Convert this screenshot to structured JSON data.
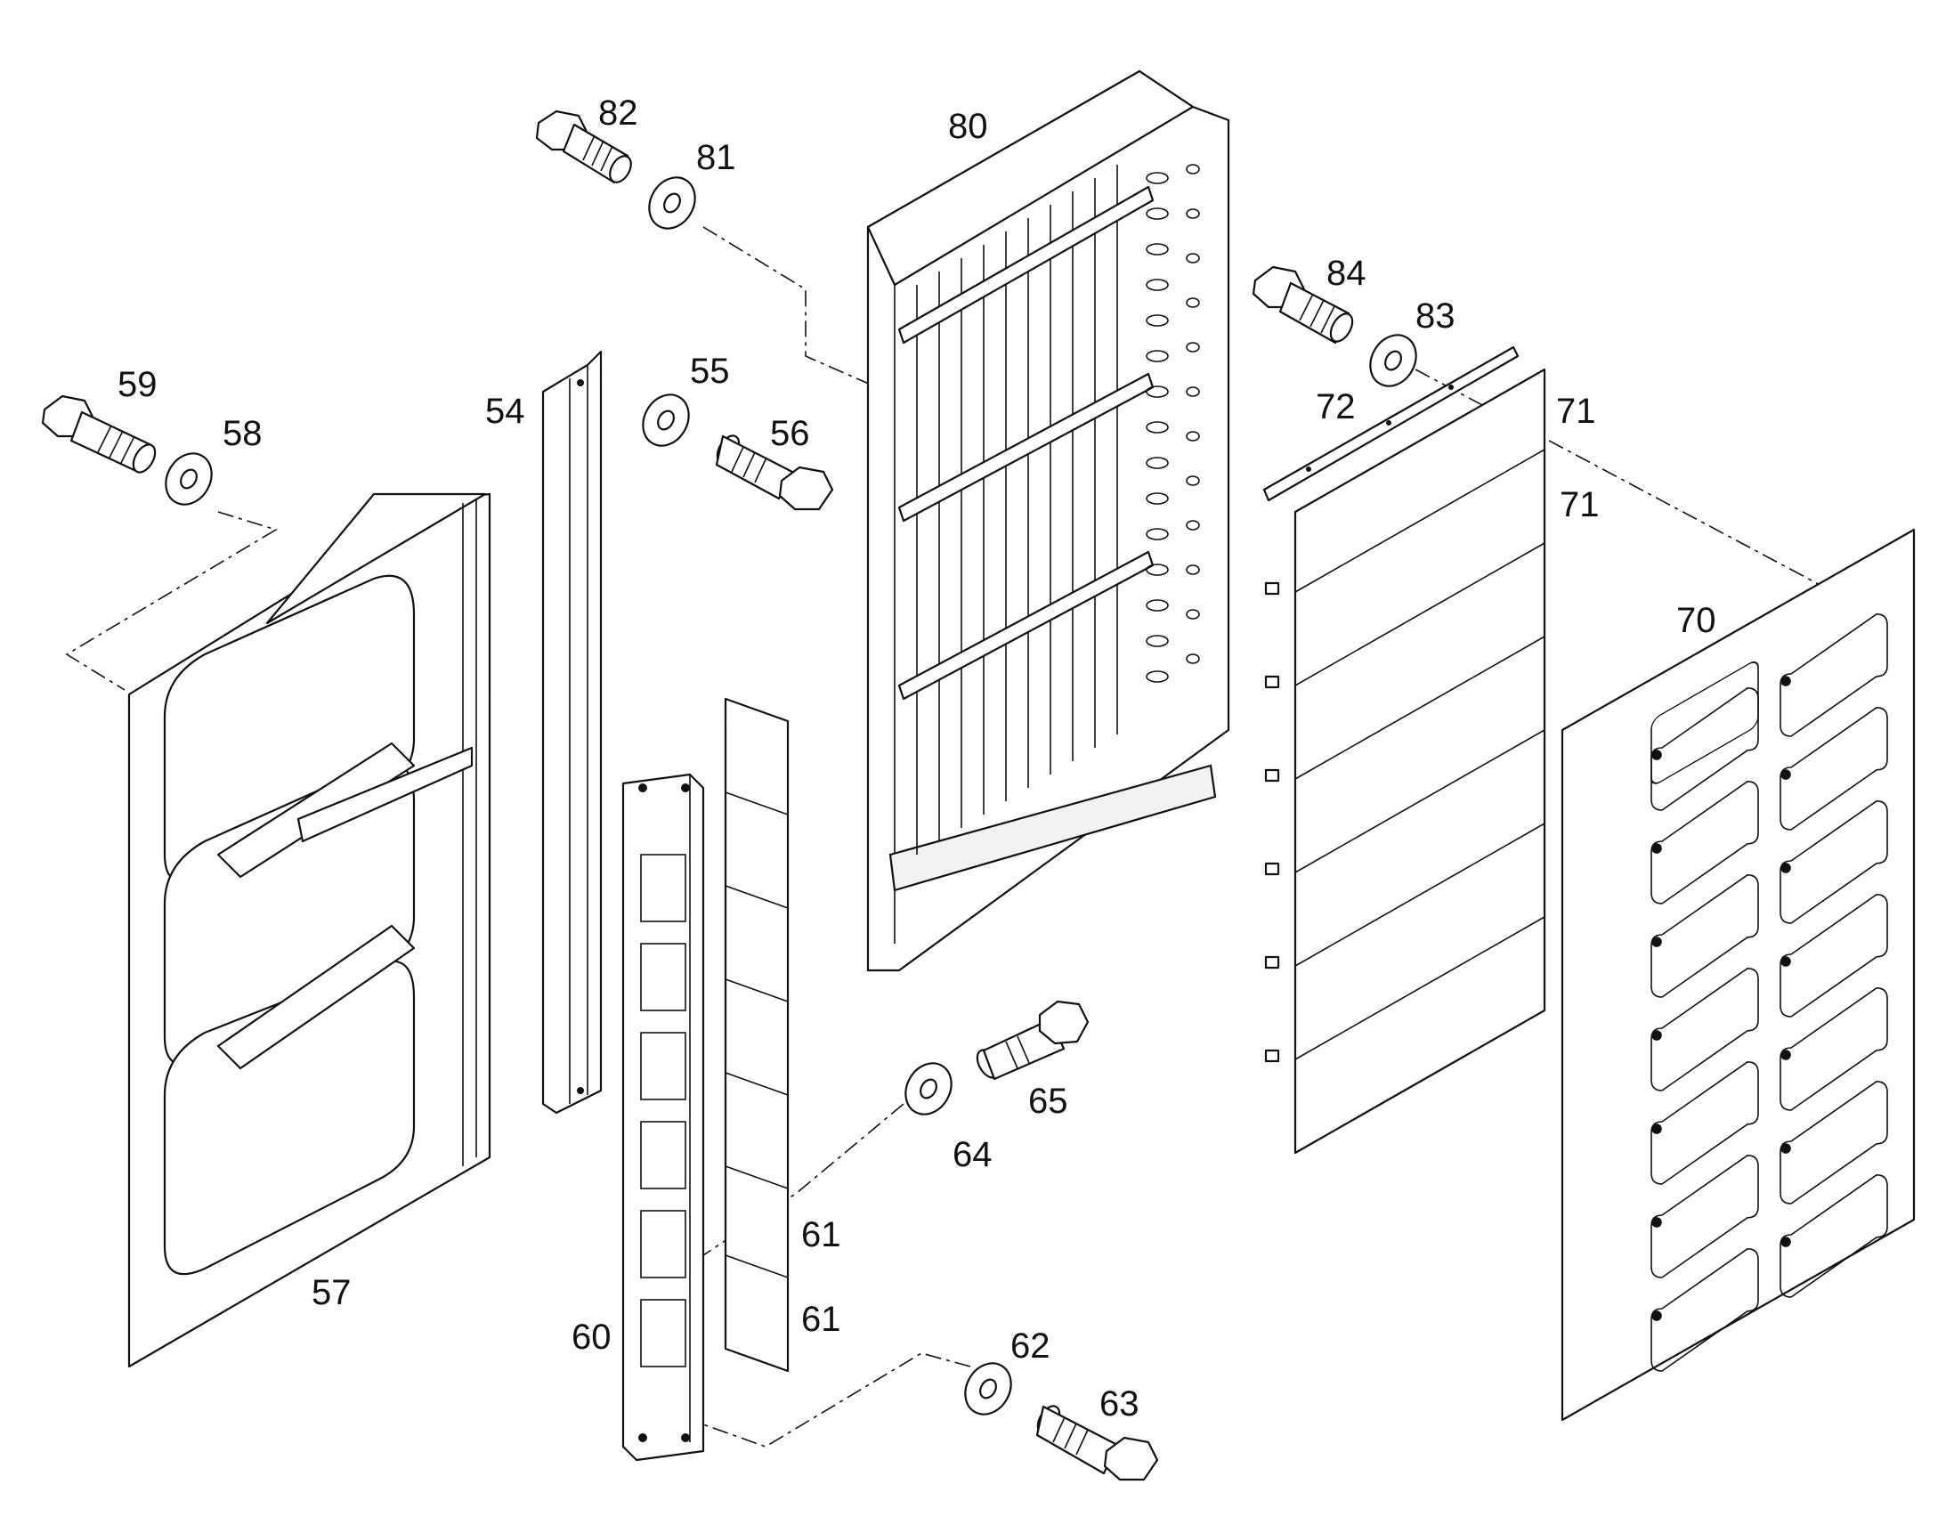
{
  "diagram": {
    "callouts": [
      {
        "id": "p80",
        "label": "80"
      },
      {
        "id": "p82",
        "label": "82"
      },
      {
        "id": "p81",
        "label": "81"
      },
      {
        "id": "p84",
        "label": "84"
      },
      {
        "id": "p83",
        "label": "83"
      },
      {
        "id": "p72",
        "label": "72"
      },
      {
        "id": "p71a",
        "label": "71"
      },
      {
        "id": "p71b",
        "label": "71"
      },
      {
        "id": "p70",
        "label": "70"
      },
      {
        "id": "p59",
        "label": "59"
      },
      {
        "id": "p58",
        "label": "58"
      },
      {
        "id": "p54",
        "label": "54"
      },
      {
        "id": "p55",
        "label": "55"
      },
      {
        "id": "p56",
        "label": "56"
      },
      {
        "id": "p57",
        "label": "57"
      },
      {
        "id": "p60",
        "label": "60"
      },
      {
        "id": "p61a",
        "label": "61"
      },
      {
        "id": "p61b",
        "label": "61"
      },
      {
        "id": "p64",
        "label": "64"
      },
      {
        "id": "p65",
        "label": "65"
      },
      {
        "id": "p62",
        "label": "62"
      },
      {
        "id": "p63",
        "label": "63"
      }
    ]
  }
}
